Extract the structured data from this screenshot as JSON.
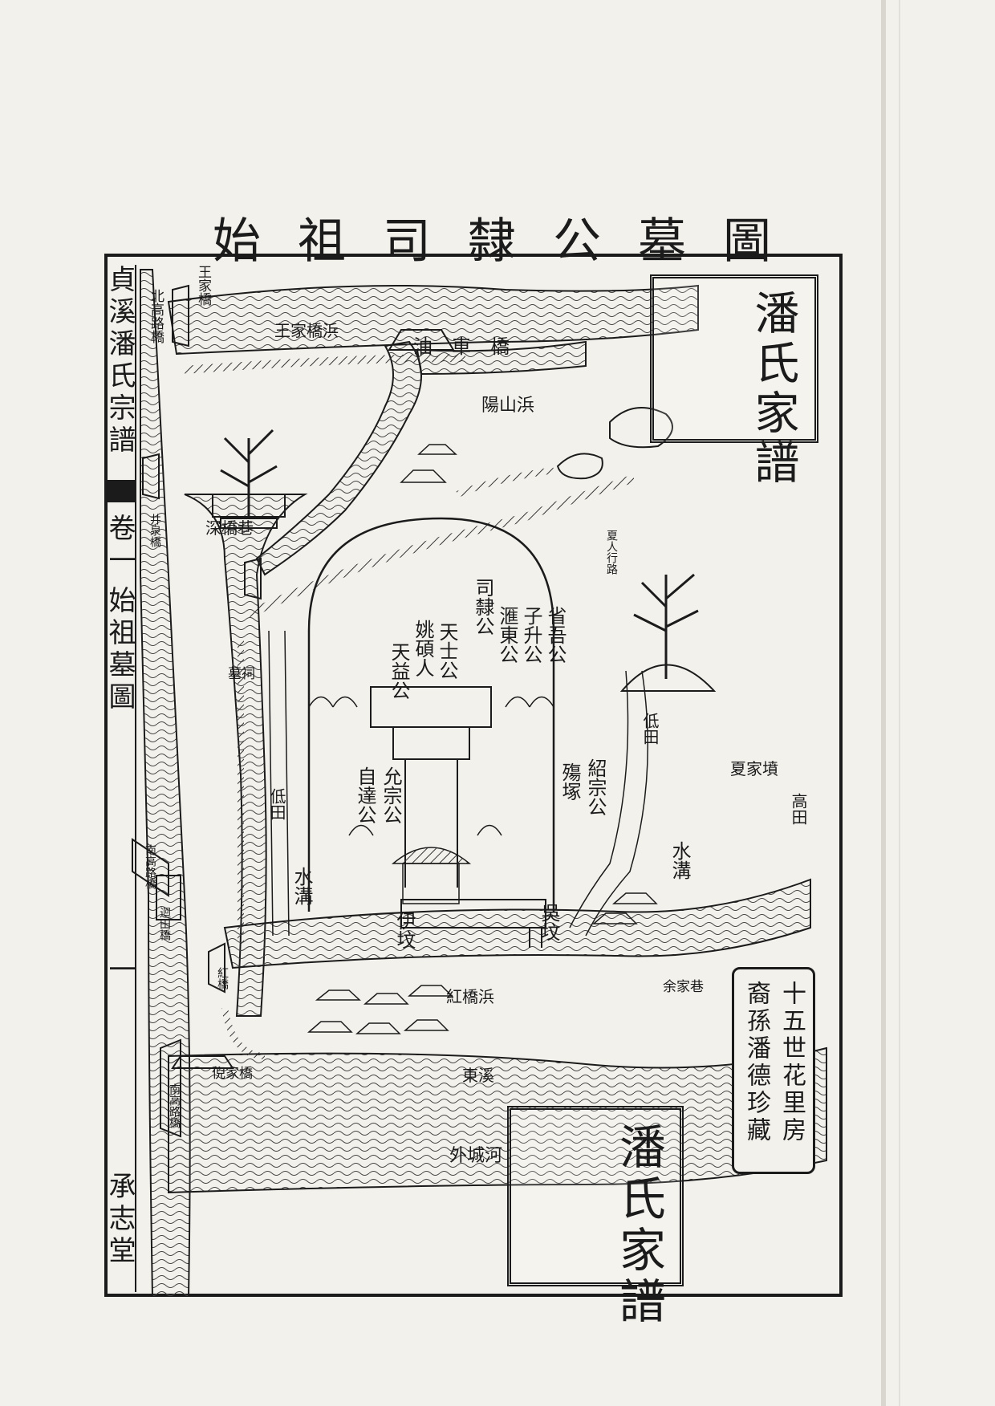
{
  "title": "始祖司隸公墓圖",
  "spine": {
    "book_title": "貞溪潘氏宗譜",
    "volume": "卷一",
    "section": "始祖墓圖",
    "page_number": "一",
    "hall_name": "承志堂"
  },
  "places": {
    "wang_bridge": "王家橋",
    "wang_creek": "王家橋浜",
    "north_road_bridge": "北高路橋",
    "youche_bridge": "油車橋",
    "yangshan_creek": "陽山浜",
    "shenqiao_lane": "深橋巷",
    "jingquan_bridge": "井泉橋",
    "mu_ci": "墓祠",
    "hong_bridge": "紅橋",
    "hong_creek": "紅橋浜",
    "ni_bridge": "倪家橋",
    "south_road_bridge": "南高路橋",
    "huitian_bridge": "迴田橋",
    "dongxi": "東溪",
    "waicheng_river": "外城河",
    "xia_tomb": "夏家墳",
    "yu_lane": "余家巷",
    "high_field": "高田",
    "low_field_left": "低田",
    "low_field_right": "低田",
    "ditch_left": "水溝",
    "ditch_right": "水溝",
    "crossing_path": "夏人行路"
  },
  "graves": {
    "sili": "司隸公",
    "zisheng": "子升公",
    "xingwu": "省吾公",
    "huidong": "滙東公",
    "tianshi": "天士公",
    "yaoshuo": "姚碩人",
    "tianyi": "天益公",
    "shaozong": "紹宗公",
    "shang_zhong": "殤塚",
    "yunzong": "允宗公",
    "zida": "自達公",
    "yi_fen": "伊坟",
    "wu_fen": "吳坟"
  },
  "note": {
    "line1": "十五世花里房",
    "line2": "裔孫潘德珍藏"
  },
  "seals": {
    "top": "潘氏家譜",
    "bottom": "潘氏家譜"
  }
}
